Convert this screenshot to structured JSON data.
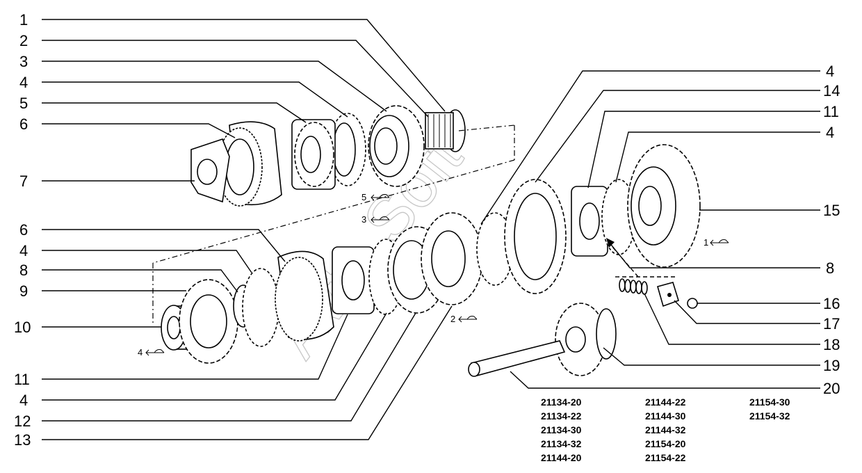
{
  "callouts": {
    "left": [
      {
        "num": "1"
      },
      {
        "num": "2"
      },
      {
        "num": "3"
      },
      {
        "num": "4"
      },
      {
        "num": "5"
      },
      {
        "num": "6"
      },
      {
        "num": "7"
      },
      {
        "num": "6"
      },
      {
        "num": "4"
      },
      {
        "num": "8"
      },
      {
        "num": "9"
      },
      {
        "num": "10"
      },
      {
        "num": "11"
      },
      {
        "num": "4"
      },
      {
        "num": "12"
      },
      {
        "num": "13"
      }
    ],
    "right": [
      {
        "num": "4"
      },
      {
        "num": "14"
      },
      {
        "num": "11"
      },
      {
        "num": "4"
      },
      {
        "num": "15"
      },
      {
        "num": "8"
      },
      {
        "num": "16"
      },
      {
        "num": "17"
      },
      {
        "num": "18"
      },
      {
        "num": "19"
      },
      {
        "num": "20"
      }
    ]
  },
  "view_refs": [
    {
      "num": "5"
    },
    {
      "num": "3"
    },
    {
      "num": "1"
    },
    {
      "num": "2"
    },
    {
      "num": "4"
    }
  ],
  "model_codes": {
    "col1": [
      "21134-20",
      "21134-22",
      "21134-30",
      "21134-32",
      "21144-20"
    ],
    "col2": [
      "21144-22",
      "21144-30",
      "21144-32",
      "21154-20",
      "21154-22"
    ],
    "col3": [
      "21154-30",
      "21154-32"
    ]
  },
  "watermark": "Avto Soft"
}
